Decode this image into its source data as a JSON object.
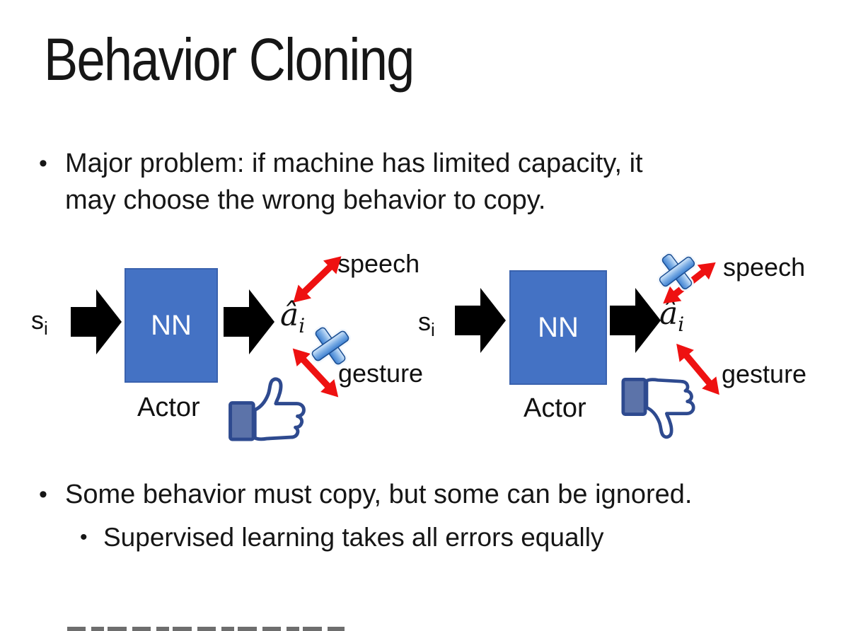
{
  "slide": {
    "title": "Behavior Cloning",
    "bullet_main": {
      "line1": "Major problem: if machine has limited capacity, it",
      "line2": "may choose the wrong behavior to copy.",
      "marker": "•"
    },
    "bullet_secondary": "Some behavior must copy, but some can be ignored.",
    "bullet_sub": "Supervised learning takes all errors equally"
  },
  "diagrams": {
    "left": {
      "input_symbol": "s",
      "input_subscript": "i",
      "network_label": "NN",
      "role_label": "Actor",
      "output_symbol": "â",
      "output_subscript": "i",
      "branch_top_label": "speech",
      "branch_bottom_label": "gesture",
      "crossed_branch": "gesture",
      "feedback_icon": "thumbs-up"
    },
    "right": {
      "input_symbol": "s",
      "input_subscript": "i",
      "network_label": "NN",
      "role_label": "Actor",
      "output_symbol": "â",
      "output_subscript": "i",
      "branch_top_label": "speech",
      "branch_bottom_label": "gesture",
      "crossed_branch": "speech",
      "feedback_icon": "thumbs-down"
    }
  },
  "colors": {
    "background": "#FFFFFF",
    "text": "#161616",
    "nn_box_fill": "#4472C4",
    "nn_box_border": "#3A62AE",
    "nn_text": "#FFFFFF",
    "flow_arrow_black": "#000000",
    "branch_arrow_red": "#EE1111",
    "cross_blue_dark": "#1C4F93",
    "cross_blue_light": "#D6E9FB",
    "cross_blue_mid": "#3C7FD0",
    "thumb_outline_navy": "#2E4A8F",
    "thumb_cuff_fill": "#5C73A9",
    "thumb_hand_fill": "#FFFFFF",
    "thumb_shade": "#DCDCDC"
  }
}
